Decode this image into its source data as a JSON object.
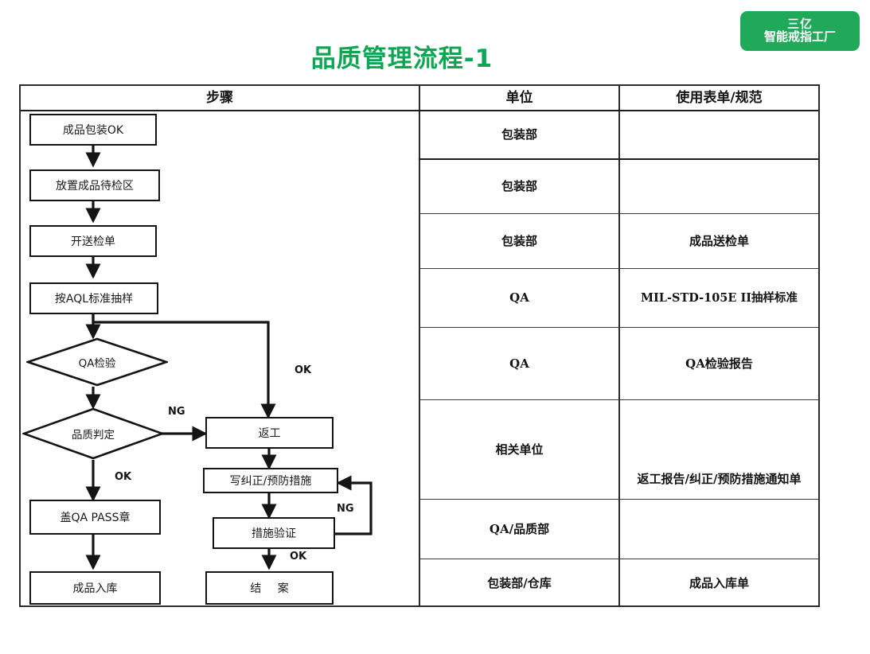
{
  "header": {
    "title": "品质管理流程-1",
    "badge_line1": "三亿",
    "badge_line2": "智能戒指工厂",
    "badge_color": "#21a95a",
    "title_color": "#0fa552"
  },
  "table": {
    "columns": [
      {
        "key": "steps",
        "label": "步骤"
      },
      {
        "key": "unit",
        "label": "单位"
      },
      {
        "key": "form",
        "label": "使用表单/规范"
      }
    ],
    "unit_cells": [
      "包装部",
      "包装部",
      "包装部",
      "QA",
      "QA",
      "相关单位",
      "QA/品质部",
      "包装部/仓库"
    ],
    "form_cells": [
      "",
      "",
      "成品送检单",
      "MIL-STD-105E II抽样标准",
      "QA检验报告",
      "返工报告/纠正/预防措施通知单",
      "成品入库单"
    ]
  },
  "flow": {
    "nodes": [
      {
        "id": "n1",
        "label": "成品包装OK",
        "shape": "rect"
      },
      {
        "id": "n2",
        "label": "放置成品待检区",
        "shape": "rect"
      },
      {
        "id": "n3",
        "label": "开送检单",
        "shape": "rect"
      },
      {
        "id": "n4",
        "label": "按AQL标准抽样",
        "shape": "rect"
      },
      {
        "id": "d1",
        "label": "QA检验",
        "shape": "diamond"
      },
      {
        "id": "d2",
        "label": "品质判定",
        "shape": "diamond"
      },
      {
        "id": "n5",
        "label": "盖QA PASS章",
        "shape": "rect"
      },
      {
        "id": "n6",
        "label": "成品入库",
        "shape": "rect"
      },
      {
        "id": "n7",
        "label": "返工",
        "shape": "rect"
      },
      {
        "id": "n8",
        "label": "写纠正/预防措施",
        "shape": "rect"
      },
      {
        "id": "n9",
        "label": "措施验证",
        "shape": "rect"
      },
      {
        "id": "n10",
        "label": "结  案",
        "shape": "rect"
      }
    ],
    "edge_labels": [
      {
        "id": "e_ok_top",
        "text": "OK"
      },
      {
        "id": "e_ng_judge",
        "text": "NG"
      },
      {
        "id": "e_ok_judge",
        "text": "OK"
      },
      {
        "id": "e_ng_verify",
        "text": "NG"
      },
      {
        "id": "e_ok_verify",
        "text": "OK"
      }
    ]
  }
}
